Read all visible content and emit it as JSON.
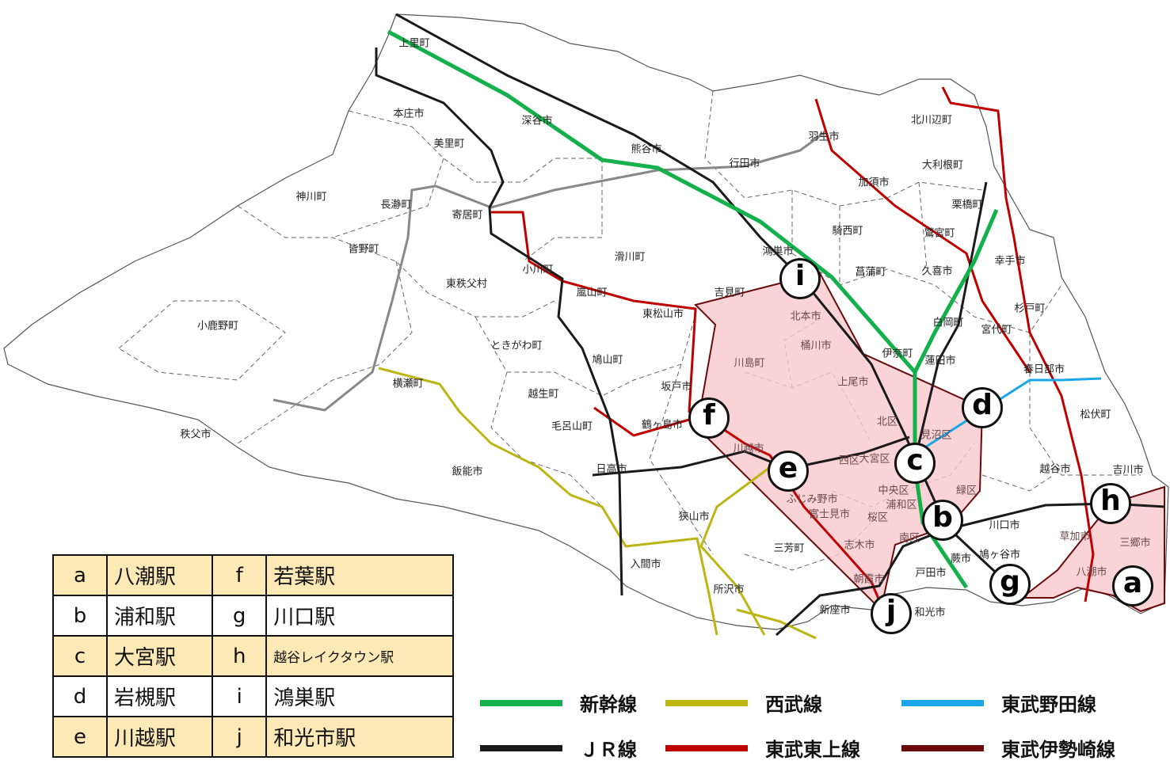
{
  "colors": {
    "shinkansen": "#13b04b",
    "jr": "#1a1a1a",
    "seibu": "#bcb513",
    "tobu_noda": "#1aa7e8",
    "tobu_tojo": "#c00000",
    "tobu_isesaki": "#6b0a0a",
    "chichibu": "#888888",
    "highlight": "#f9c8cc"
  },
  "municipalities": [
    "上里町",
    "本庄市",
    "美里町",
    "深谷市",
    "熊谷市",
    "行田市",
    "羽生市",
    "加須市",
    "北川辺町",
    "大利根町",
    "栗橋町",
    "鷲宮町",
    "騎西町",
    "菖蒲町",
    "久喜市",
    "幸手市",
    "杉戸町",
    "宮代町",
    "白岡町",
    "蓮田市",
    "伊奈町",
    "鴻巣市",
    "北本市",
    "桶川市",
    "上尾市",
    "吉見町",
    "川島町",
    "神川町",
    "長瀞町",
    "寄居町",
    "皆野町",
    "東秩父村",
    "小川町",
    "滑川町",
    "嵐山町",
    "東松山市",
    "小鹿野町",
    "ときがわ町",
    "鳩山町",
    "坂戸市",
    "横瀬町",
    "越生町",
    "毛呂山町",
    "鶴ヶ島市",
    "秩父市",
    "日高市",
    "川越市",
    "飯能市",
    "狭山市",
    "入間市",
    "所沢市",
    "三芳町",
    "ふじみ野市",
    "富士見市",
    "志木市",
    "朝霞市",
    "新座市",
    "和光市",
    "戸田市",
    "蕨市",
    "川口市",
    "鳩ヶ谷市",
    "草加市",
    "三郷市",
    "八潮市",
    "越谷市",
    "吉川市",
    "松伏町",
    "春日部市",
    "北区",
    "西区",
    "大宮区",
    "見沼区",
    "中央区",
    "浦和区",
    "緑区",
    "桜区",
    "南区"
  ],
  "stations": [
    "a",
    "b",
    "c",
    "d",
    "e",
    "f",
    "g",
    "h",
    "i",
    "j"
  ],
  "key_table": [
    {
      "l1": "a",
      "n1": "八潮駅",
      "l2": "f",
      "n2": "若葉駅"
    },
    {
      "l1": "b",
      "n1": "浦和駅",
      "l2": "g",
      "n2": "川口駅"
    },
    {
      "l1": "c",
      "n1": "大宮駅",
      "l2": "h",
      "n2": "越谷レイクタウン駅"
    },
    {
      "l1": "d",
      "n1": "岩槻駅",
      "l2": "i",
      "n2": "鴻巣駅"
    },
    {
      "l1": "e",
      "n1": "川越駅",
      "l2": "j",
      "n2": "和光市駅"
    }
  ],
  "legend": [
    "新幹線",
    "西武線",
    "東武野田線",
    "ＪＲ線",
    "東武東上線",
    "東武伊勢崎線"
  ]
}
